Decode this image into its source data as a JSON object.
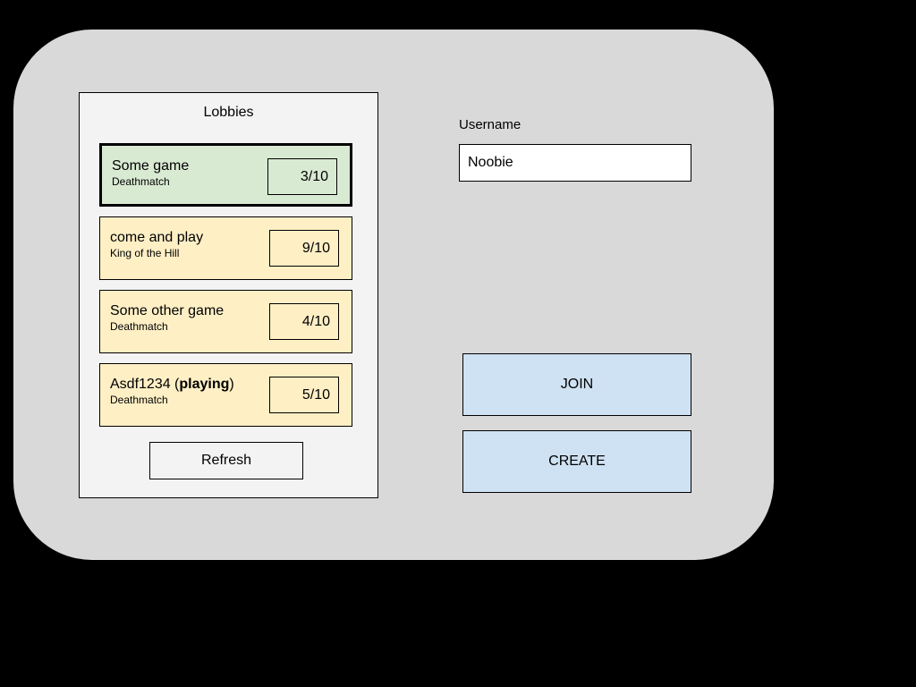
{
  "colors": {
    "page_background": "#000000",
    "window_background": "#d9d9d9",
    "panel_background": "#f3f3f3",
    "selected_lobby_background": "#d9ead3",
    "lobby_background": "#ffefc5",
    "refresh_background": "#f3f3f3",
    "input_background": "#ffffff",
    "action_button_background": "#cfe2f3"
  },
  "lobbies_panel": {
    "title": "Lobbies",
    "refresh_label": "Refresh",
    "items": [
      {
        "name": "Some game",
        "name_bold": "",
        "name_suffix": "",
        "mode": "Deathmatch",
        "players": "3/10",
        "selected": "true"
      },
      {
        "name": "come and play",
        "name_bold": "",
        "name_suffix": "",
        "mode": "King of the Hill",
        "players": "9/10",
        "selected": "false"
      },
      {
        "name": "Some other game",
        "name_bold": "",
        "name_suffix": "",
        "mode": "Deathmatch",
        "players": "4/10",
        "selected": "false"
      },
      {
        "name": "Asdf1234 (",
        "name_bold": "playing",
        "name_suffix": ")",
        "mode": "Deathmatch",
        "players": "5/10",
        "selected": "false"
      }
    ]
  },
  "username": {
    "label": "Username",
    "value": "Noobie"
  },
  "actions": {
    "join": "JOIN",
    "create": "CREATE"
  }
}
